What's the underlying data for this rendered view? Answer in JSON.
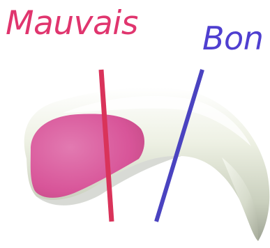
{
  "labels": {
    "bad": "Mauvais",
    "good": "Bon"
  },
  "colors": {
    "bad": "#e0356e",
    "good": "#4f3fd0",
    "bad_line": "#d9335a",
    "good_line": "#4a43c0",
    "nail_base": "#eef1e4",
    "nail_shadow": "#9ea394",
    "nail_quick": "#d9589a"
  },
  "icons": {
    "nail": "claw-nail-illustration"
  }
}
